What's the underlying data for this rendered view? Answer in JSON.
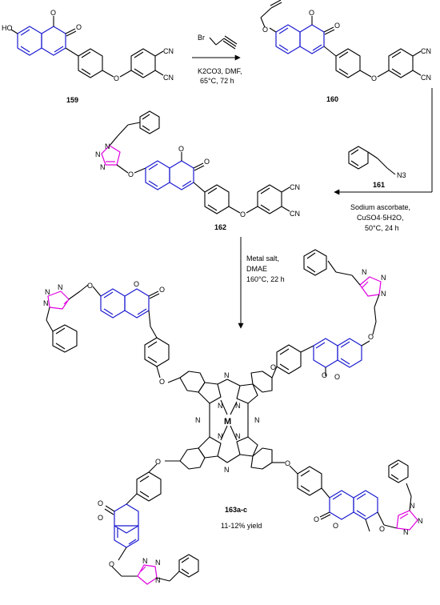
{
  "compounds": {
    "c159": "159",
    "c160": "160",
    "c161": "161",
    "c162": "162",
    "c163": "163a-c",
    "c163_yield": "11-12% yield"
  },
  "step1": {
    "line1": "K2CO3, DMF,",
    "line2": "65°C, 72 h"
  },
  "step2": {
    "line1": "Sodium ascorbate,",
    "line2": "CuSO4·5H2O,",
    "line3": "50°C, 24 h"
  },
  "step3": {
    "line1": "Metal salt,",
    "line2": "DMAE",
    "line3": "160°C, 22 h"
  },
  "atoms": {
    "ho": "HO",
    "o": "O",
    "cn": "CN",
    "br": "Br",
    "n": "N",
    "n3": "N3",
    "metal": "M"
  },
  "colors": {
    "coumarin": "#1a1ad0",
    "triazole": "#e000e0",
    "default": "#000000"
  }
}
